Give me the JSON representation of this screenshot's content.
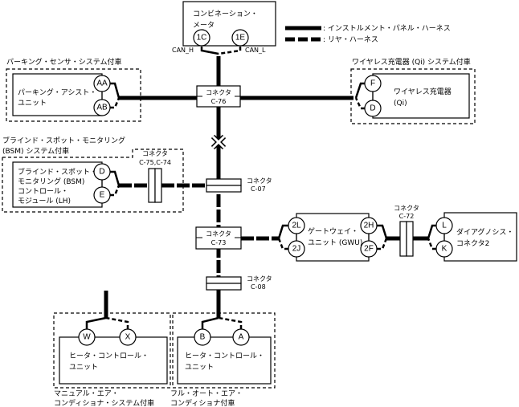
{
  "legend": {
    "instrument_panel_harness": ": インストルメント・パネル・ハーネス",
    "rear_harness": ": リヤ・ハーネス"
  },
  "combination_meter": {
    "title_line1": "コンビネーション・",
    "title_line2": "メータ",
    "pins": [
      "1C",
      "1E"
    ],
    "can_h": "CAN_H",
    "can_l": "CAN_L"
  },
  "parking": {
    "group_label": "パーキング・センサ・システム付車",
    "unit_line1": "パーキング・アシスト・",
    "unit_line2": "ユニット",
    "pins": [
      "AA",
      "AB"
    ]
  },
  "wireless": {
    "group_label": "ワイヤレス充電器 (Qi) システム付車",
    "unit_line1": "ワイヤレス充電器",
    "unit_line2": "(Qi)",
    "pins": [
      "F",
      "D"
    ]
  },
  "bsm": {
    "group_line1": "ブラインド・スポット・モニタリング",
    "group_line2": "(BSM) システム付車",
    "unit_line1": "ブラインド・スポット・",
    "unit_line2": "モニタリング (BSM)",
    "unit_line3": "コントロール・",
    "unit_line4": "モジュール (LH)",
    "pins": [
      "D",
      "E"
    ],
    "connector_label": "コネクタ",
    "connector_id": "C-75,C-74"
  },
  "connectors": {
    "c76": {
      "label": "コネクタ",
      "id": "C-76"
    },
    "c07": {
      "label": "コネクタ",
      "id": "C-07"
    },
    "c73": {
      "label": "コネクタ",
      "id": "C-73"
    },
    "c08": {
      "label": "コネクタ",
      "id": "C-08"
    },
    "c72": {
      "label": "コネクタ",
      "id": "C-72"
    }
  },
  "gateway": {
    "unit_line1": "ゲートウェイ・",
    "unit_line2": "ユニット (GWU)",
    "pins_left": [
      "2L",
      "2J"
    ],
    "pins_right": [
      "2H",
      "2F"
    ]
  },
  "diag": {
    "unit_line1": "ダイアグノシス・",
    "unit_line2": "コネクタ2",
    "pins": [
      "L",
      "K"
    ]
  },
  "manual_ac": {
    "unit_line1": "ヒータ・コントロール・",
    "unit_line2": "ユニット",
    "pins": [
      "W",
      "X"
    ],
    "group_line1": "マニュアル・エア・",
    "group_line2": "コンディショナ・システム付車"
  },
  "auto_ac": {
    "unit_line1": "ヒータ・コントロール・",
    "unit_line2": "ユニット",
    "pins": [
      "B",
      "A"
    ],
    "group_line1": "フル・オート・エア・",
    "group_line2": "コンディショナ付車"
  }
}
